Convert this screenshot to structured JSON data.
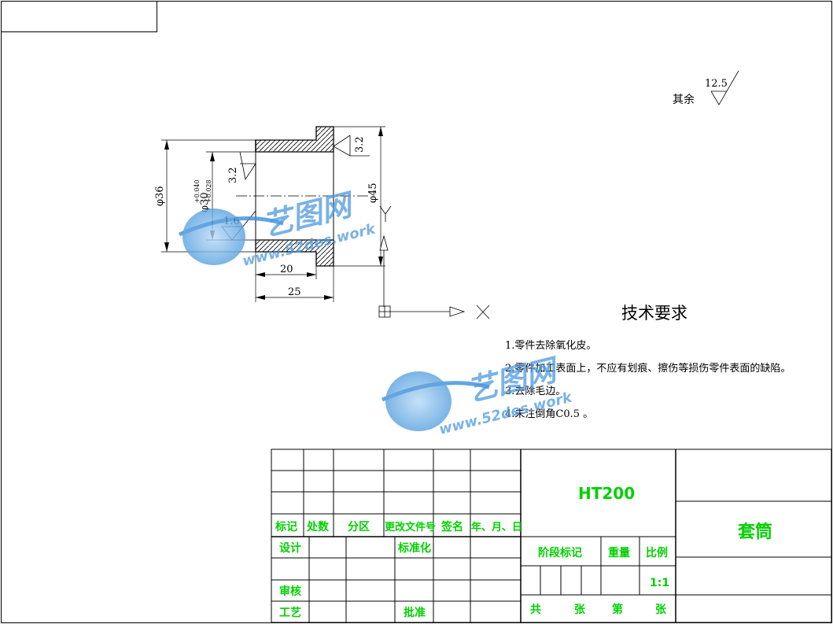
{
  "drawing": {
    "surface_note": {
      "label": "其余",
      "value": "12.5"
    },
    "dimensions": {
      "d36": "φ36",
      "d30": "φ30",
      "d30_upper": "+0.040",
      "d30_lower": "+0.028",
      "d45": "φ45",
      "len20": "20",
      "len25": "25",
      "rough_inner": "3.2",
      "rough_bore": "1.6",
      "rough_flange": "3.2"
    }
  },
  "requirements": {
    "title": "技术要求",
    "items": [
      "1.零件去除氧化皮。",
      "2.零件加工表面上，不应有划痕、擦伤等损伤零件表面的缺陷。",
      "3.去除毛边。",
      "4.未注倒角C0.5 。"
    ]
  },
  "title_block": {
    "material": "HT200",
    "part_name": "套筒",
    "rev_headers": [
      "标记",
      "处数",
      "分区",
      "更改文件号",
      "签名",
      "年、月、日"
    ],
    "design": "设计",
    "standardize": "标准化",
    "review": "审核",
    "process": "工艺",
    "approve": "批准",
    "stage_mark": "阶段标记",
    "weight": "重量",
    "scale_label": "比例",
    "scale": "1:1",
    "sheet_total": "共",
    "sheet_unit1": "张",
    "sheet_no": "第",
    "sheet_unit2": "张"
  },
  "watermark": {
    "brand": "艺图网",
    "url": "www.52des.work"
  }
}
